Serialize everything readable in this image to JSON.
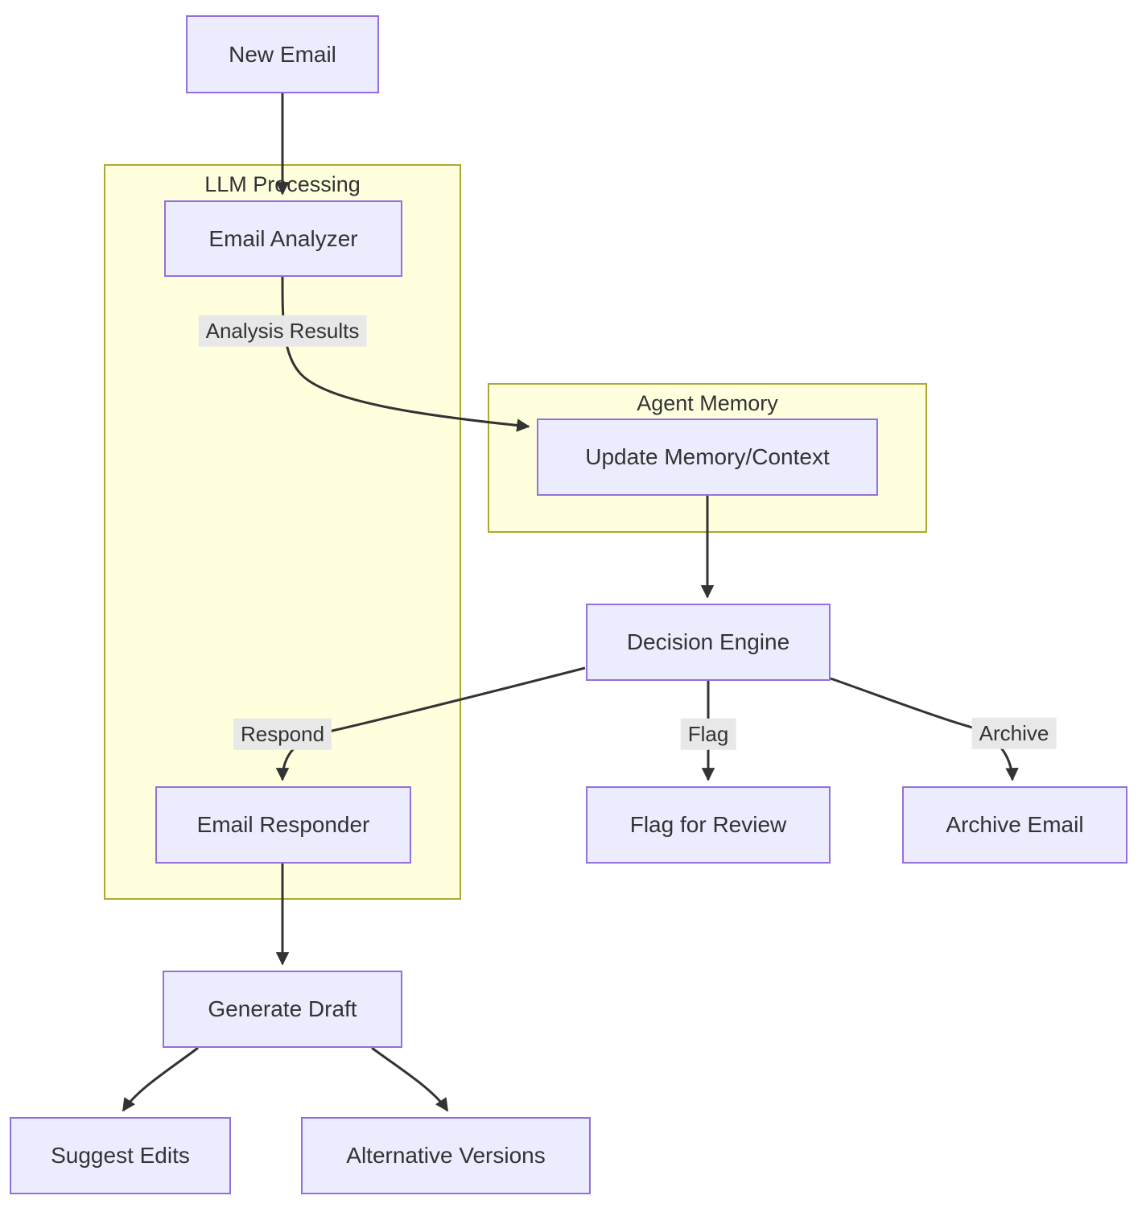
{
  "diagram": {
    "type": "flowchart",
    "nodes": {
      "new_email": {
        "label": "New Email"
      },
      "email_analyzer": {
        "label": "Email Analyzer"
      },
      "update_memory": {
        "label": "Update Memory/Context"
      },
      "decision_engine": {
        "label": "Decision Engine"
      },
      "email_responder": {
        "label": "Email Responder"
      },
      "flag_for_review": {
        "label": "Flag for Review"
      },
      "archive_email": {
        "label": "Archive Email"
      },
      "generate_draft": {
        "label": "Generate Draft"
      },
      "suggest_edits": {
        "label": "Suggest Edits"
      },
      "alternative_versions": {
        "label": "Alternative Versions"
      }
    },
    "subgraphs": {
      "llm_processing": {
        "label": "LLM Processing"
      },
      "agent_memory": {
        "label": "Agent Memory"
      }
    },
    "edges": [
      {
        "from": "New Email",
        "to": "Email Analyzer",
        "label": ""
      },
      {
        "from": "Email Analyzer",
        "to": "Update Memory/Context",
        "label": "Analysis Results"
      },
      {
        "from": "Update Memory/Context",
        "to": "Decision Engine",
        "label": ""
      },
      {
        "from": "Decision Engine",
        "to": "Email Responder",
        "label": "Respond"
      },
      {
        "from": "Decision Engine",
        "to": "Flag for Review",
        "label": "Flag"
      },
      {
        "from": "Decision Engine",
        "to": "Archive Email",
        "label": "Archive"
      },
      {
        "from": "Email Responder",
        "to": "Generate Draft",
        "label": ""
      },
      {
        "from": "Generate Draft",
        "to": "Suggest Edits",
        "label": ""
      },
      {
        "from": "Generate Draft",
        "to": "Alternative Versions",
        "label": ""
      }
    ],
    "colors": {
      "node_fill": "#ececff",
      "node_border": "#9370db",
      "subgraph_fill": "#ffffde",
      "subgraph_border": "#aaaa33",
      "edge": "#333333",
      "edge_label_bg": "#e8e8e8",
      "text": "#333333",
      "background": "#ffffff"
    }
  }
}
